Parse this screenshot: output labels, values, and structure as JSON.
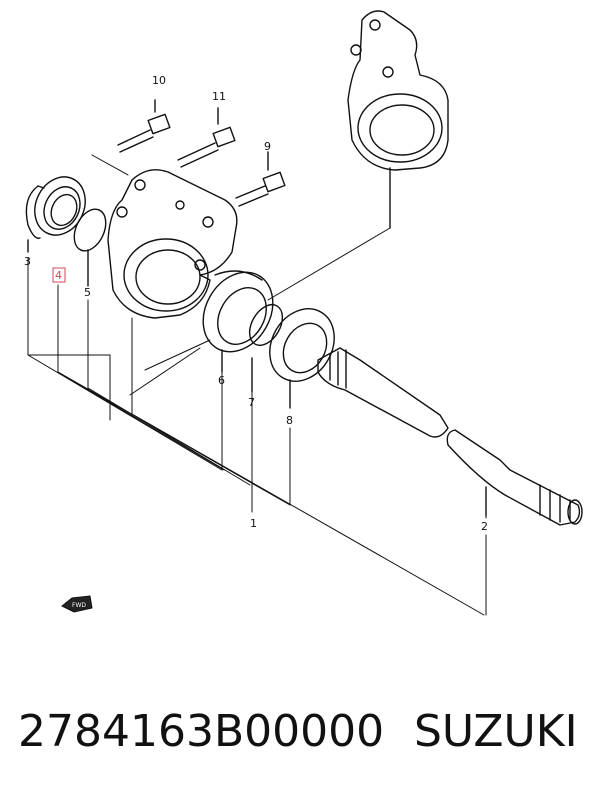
{
  "callouts": {
    "c1": "1",
    "c2": "2",
    "c3": "3",
    "c4": "4",
    "c5": "5",
    "c6": "6",
    "c7": "7",
    "c8": "8",
    "c9": "9",
    "c10": "10",
    "c11": "11"
  },
  "fwd_label": "FWD",
  "footer": {
    "part_number": "2784163B00000",
    "brand": "SUZUKI"
  },
  "colors": {
    "line": "#111111",
    "highlight": "#d24a5a",
    "background": "#ffffff"
  }
}
